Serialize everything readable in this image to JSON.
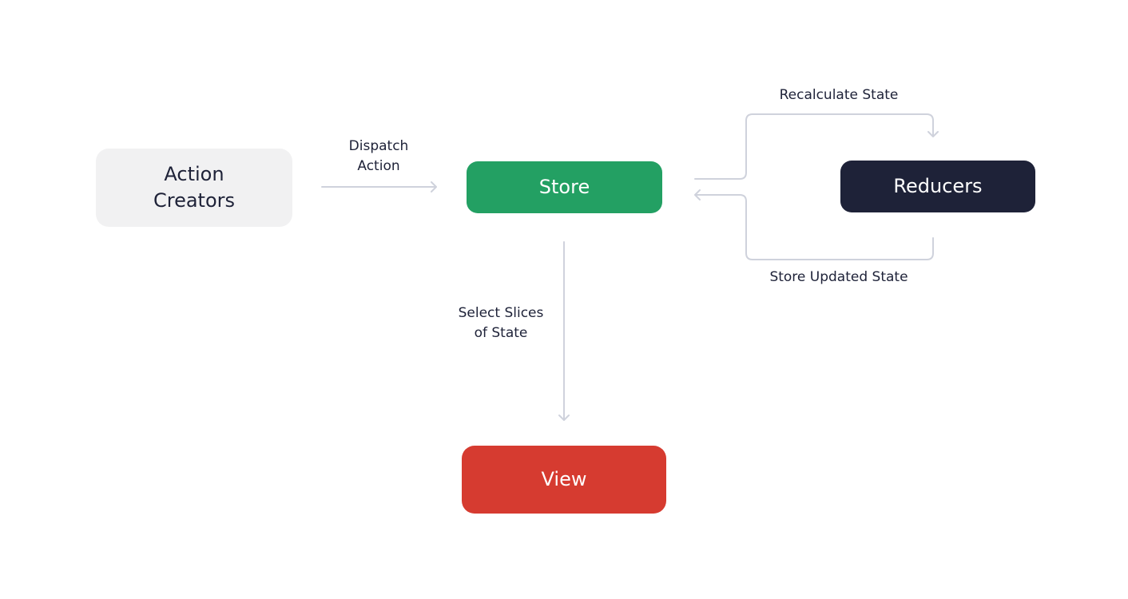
{
  "colors": {
    "action_creators_bg": "#f1f1f2",
    "action_creators_text": "#1e2238",
    "store_bg": "#23a063",
    "reducers_bg": "#1e2238",
    "view_bg": "#d63b30",
    "node_text_light": "#ffffff",
    "connector": "#cfd2dc",
    "label_text": "#1e2238"
  },
  "nodes": {
    "action_creators": "Action\nCreators",
    "store": "Store",
    "reducers": "Reducers",
    "view": "View"
  },
  "edges": {
    "dispatch_action": "Dispatch\nAction",
    "recalculate_state": "Recalculate State",
    "store_updated_state": "Store Updated State",
    "select_slices": "Select Slices\nof State"
  }
}
